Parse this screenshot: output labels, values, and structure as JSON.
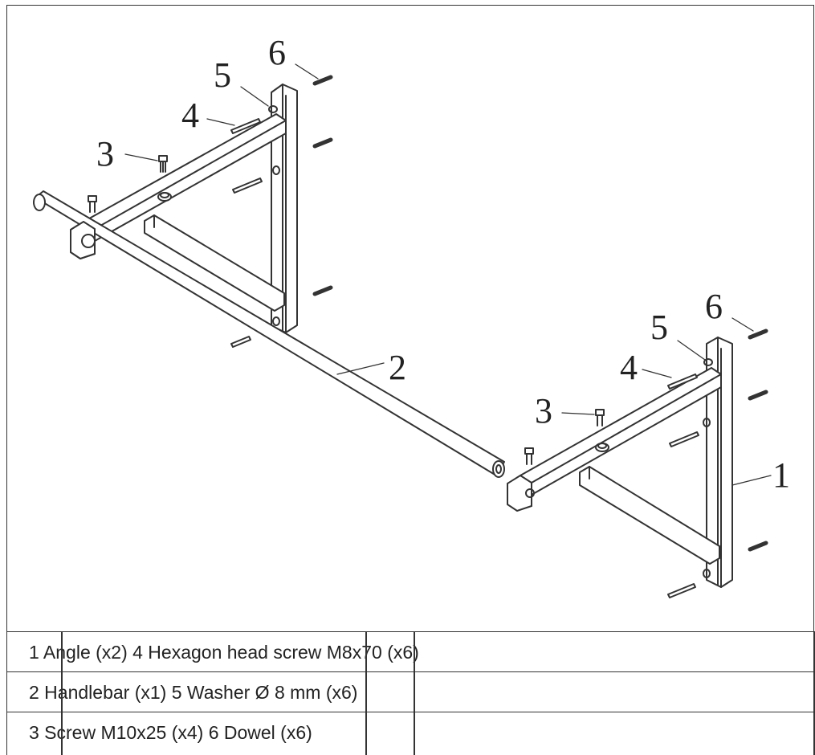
{
  "callouts": {
    "angle": "1",
    "handlebar": "2",
    "screw": "3",
    "hex_screw": "4",
    "washer": "5",
    "dowel": "6"
  },
  "parts_table": {
    "rows": [
      "1 Angle (x2) 4 Hexagon head screw M8x70 (x6)",
      "2 Handlebar (x1) 5 Washer Ø 8 mm (x6)",
      "3 Screw M10x25 (x4) 6 Dowel (x6)"
    ]
  },
  "colors": {
    "line": "#333333",
    "background": "#ffffff"
  }
}
